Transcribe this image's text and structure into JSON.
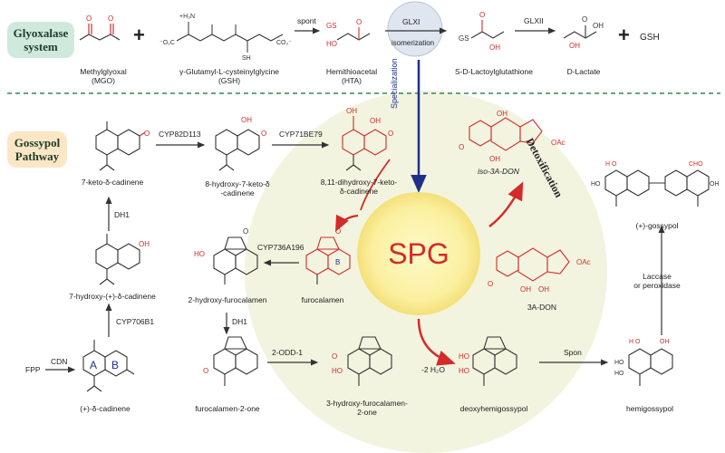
{
  "labels": {
    "glyoxalase": "Glyoxalase\nsystem",
    "gossypol": "Gossypol\nPathway",
    "spg": "SPG",
    "glxi_1": "GLXI",
    "glxi_2": "isomerization",
    "specialization": "Specialization",
    "detoxification": "Detoxification",
    "minus_water": "-2 H₂O"
  },
  "glyoxalase_row": {
    "mgo": "Methylglyoxal\n(MGO)",
    "gsh_long": "γ-Glutamyl-L-cysteinylglycine\n(GSH)",
    "spont": "spont",
    "hta": "Hemithioacetal\n(HTA)",
    "lactoyl": "S-D-Lactoylglutathione",
    "glxii": "GLXII",
    "dlactate": "D-Lactate",
    "gsh": "GSH"
  },
  "gossypol_row": {
    "keto_cadinene": "7-keto-δ-cadinene",
    "cyp82d113": "CYP82D113",
    "hydroxy_keto": "8-hydroxy-7-keto-δ\n-cadinene",
    "cyp71be79": "CYP71BE79",
    "dihydroxy_keto": "8,11-dihydroxy-7-keto-\nδ-cadinene",
    "iso_3adon": "iso-3A-DON",
    "gossypol": "(+)-gossypol",
    "dh1_a": "DH1",
    "hydroxy_cadinene": "7-hydroxy-(+)-δ-cadinene",
    "cyp736a196": "CYP736A196",
    "hydroxy_furo": "2-hydroxy-furocalamen",
    "furocalamen": "furocalamen",
    "three_adon": "3A-DON",
    "laccase": "Laccase\nor peroxidase",
    "cyp706b1": "CYP706B1",
    "dh1_b": "DH1",
    "cdn": "CDN",
    "fpp": "FPP",
    "cadinene": "(+)-δ-cadinene",
    "furo_2_one": "furocalamen-2-one",
    "odd": "2-ODD-1",
    "hydroxy_furo_one": "3-hydroxy-furocalamen-\n2-one",
    "deoxyhemi": "deoxyhemigossypol",
    "spon": "Spon",
    "hemigossypol": "hemigossypol",
    "ring_a": "A",
    "ring_b": "B"
  },
  "colors": {
    "red": "#d42a2a",
    "navy": "#1f2f8a",
    "glyox_box": "#cfeadd",
    "goss_box": "#fbe7c6",
    "halo": "#f2f4df",
    "spg_fill": "#fbf2a0",
    "divider": "#2e8b57"
  }
}
